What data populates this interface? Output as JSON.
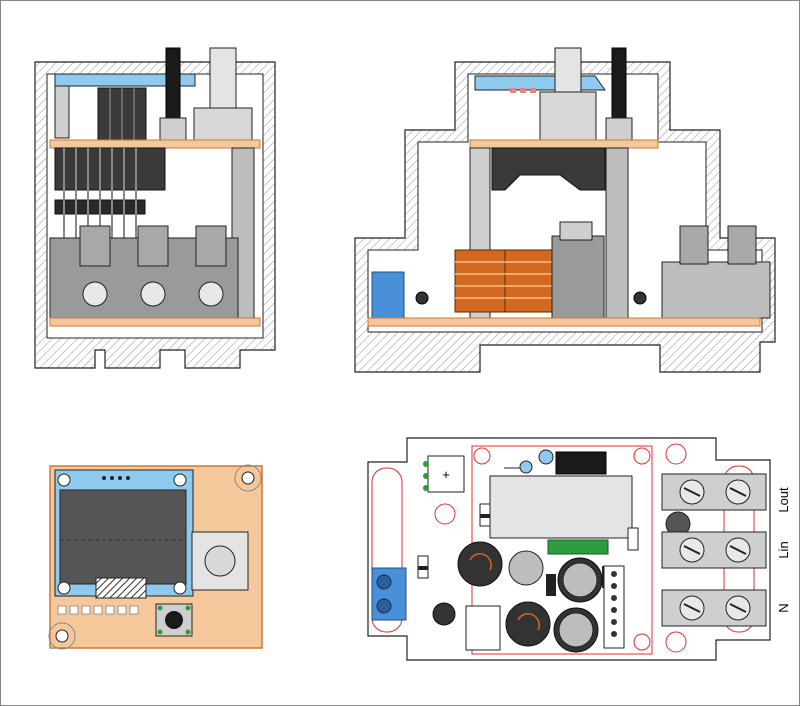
{
  "terminal_labels": {
    "lout": "Lout",
    "lin": "Lin",
    "n": "N"
  },
  "pcb_label": "+",
  "colors": {
    "pcb": "#f4c89a",
    "pcb_edge": "#c97a3a",
    "display": "#8ec9ee",
    "screen": "#555555",
    "terminal_blue": "#4a90d9",
    "gray_dark": "#3a3a3a",
    "gray_mid": "#9a9a9a",
    "gray_light": "#cfcfcf",
    "copper": "#d2691e",
    "outline_red": "#e03030",
    "green": "#2e9b3e"
  },
  "views": [
    {
      "id": "front-section"
    },
    {
      "id": "side-section"
    },
    {
      "id": "display-board-top"
    },
    {
      "id": "power-board-top"
    }
  ]
}
